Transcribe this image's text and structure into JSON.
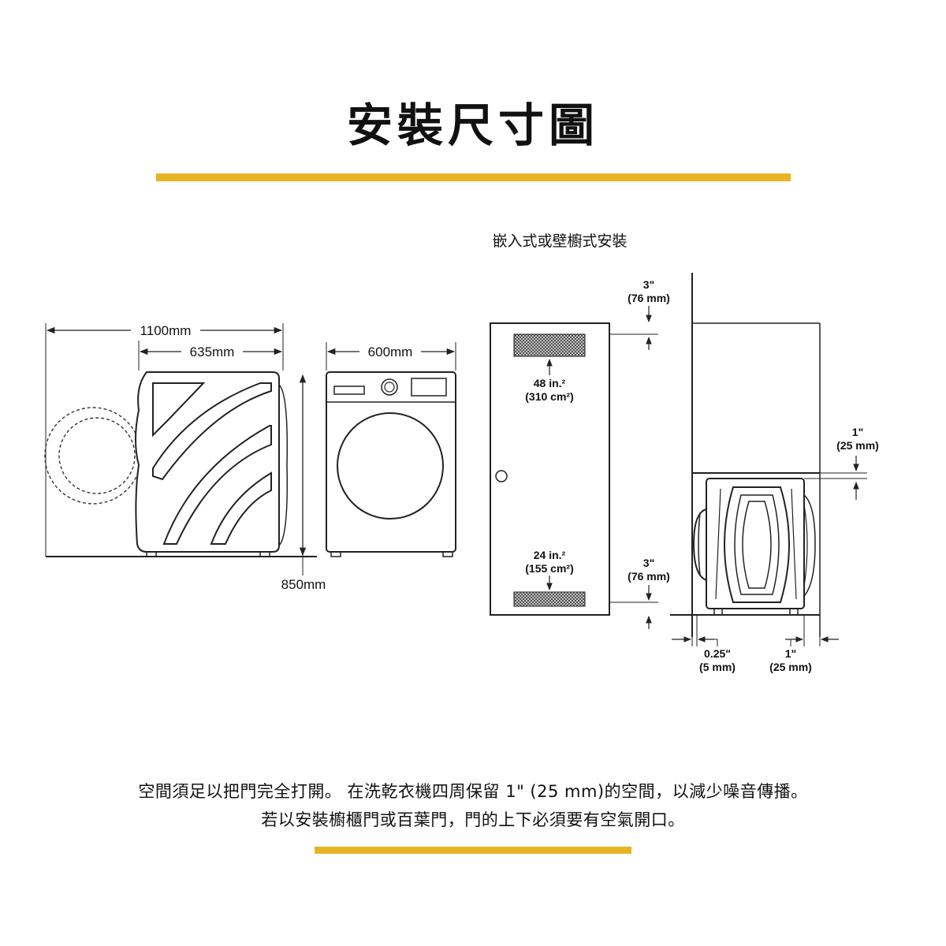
{
  "title": "安裝尺寸圖",
  "subtitle": "嵌入式或壁櫥式安裝",
  "dimensions": {
    "depth_with_door_open": "1100mm",
    "depth": "635mm",
    "width": "600mm",
    "height": "850mm"
  },
  "cabinet": {
    "top_gap_in": "3\"",
    "top_gap_mm": "(76 mm)",
    "top_vent_in": "48 in.²",
    "top_vent_cm": "(310 cm²)",
    "bottom_vent_in": "24 in.²",
    "bottom_vent_cm": "(155 cm²)",
    "bottom_gap_in": "3\"",
    "bottom_gap_mm": "(76 mm)",
    "side_top_gap_in": "1\"",
    "side_top_gap_mm": "(25 mm)",
    "left_gap_in": "0.25\"",
    "left_gap_mm": "(5 mm)",
    "right_gap_in": "1\"",
    "right_gap_mm": "(25 mm)"
  },
  "notes": {
    "line1": "空間須足以把門完全打開。 在洗乾衣機四周保留 1\" (25 mm)的空間，以減少噪音傳播。",
    "line2": "若以安裝櫥櫃門或百葉門，門的上下必須要有空氣開口。"
  },
  "colors": {
    "accent": "#e8b423",
    "line": "#222222",
    "vent": "#555555"
  }
}
